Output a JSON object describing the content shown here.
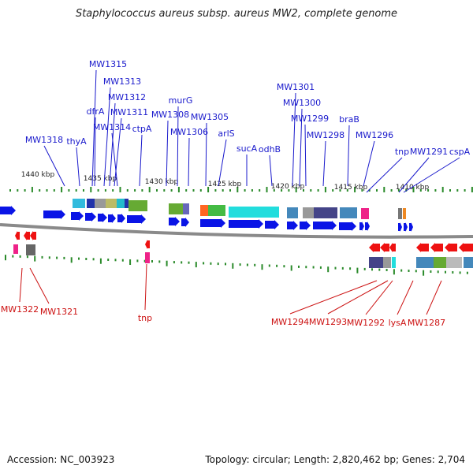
{
  "title": "Staphylococcus aureus subsp. aureus MW2, complete genome",
  "footer": {
    "accession": "Accession: NC_003923",
    "summary": "Topology: circular; Length: 2,820,462 bp; Genes: 2,704"
  },
  "colors": {
    "forward_label": "#1a1acc",
    "reverse_label": "#cc1111",
    "forward_gene": "#0a14e6",
    "reverse_gene": "#ee1111",
    "backbone": "#8a8a8a",
    "tick": "#2a8a2a"
  },
  "chart_data": {
    "type": "genome-map",
    "scale_labels": [
      "1440 kbp",
      "1435 kbp",
      "1430 kbp",
      "1425 kbp",
      "1420 kbp",
      "1415 kbp",
      "1410 kbp"
    ],
    "forward_labels": [
      "MW1318",
      "thyA",
      "MW1315",
      "MW1313",
      "dfrA",
      "MW1312",
      "MW1311",
      "MW1314",
      "ctpA",
      "murG",
      "MW1308",
      "MW1306",
      "MW1305",
      "arlS",
      "sucA",
      "odhB",
      "MW1301",
      "MW1300",
      "MW1299",
      "MW1298",
      "braB",
      "MW1296",
      "tnp",
      "MW1291",
      "cspA"
    ],
    "reverse_labels": [
      "MW1322",
      "MW1321",
      "tnp",
      "MW1294",
      "MW1293",
      "MW1292",
      "lysA",
      "MW1287"
    ]
  }
}
